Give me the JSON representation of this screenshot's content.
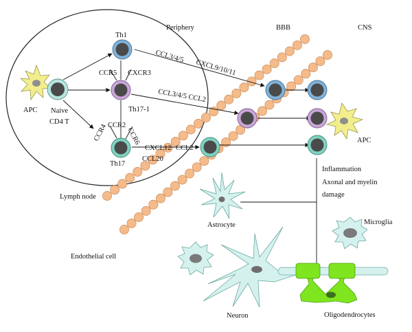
{
  "labels": {
    "periphery": "Periphery",
    "bbb": "BBB",
    "cns": "CNS",
    "lymph_node": "Lymph node",
    "endothelial_cell": "Endothelial cell",
    "apc_left": "APC",
    "apc_right": "APC",
    "naive": "Naive",
    "cd4t": "CD4 T",
    "th1": "Th1",
    "th17_1": "Th17-1",
    "th17": "Th17",
    "ccr5": "CCR5",
    "cxcr3": "CXCR3",
    "ccr2": "CCR2",
    "ccr4": "CCR4",
    "ccr6": "CCR6",
    "ccl345_a": "CCL3/4/5",
    "cxcl91011": "CXCL9/10/11",
    "ccl345_b": "CCL3/4/5 CCL2",
    "cxcl12": "CXCL12",
    "ccl2": "CCL2",
    "ccl20": "CCL20",
    "inflammation": "Inflammation",
    "axonal": "Axonal and myelin",
    "damage": "damage",
    "astrocyte": "Astrocyte",
    "microglia": "Microglia",
    "neuron": "Neuron",
    "oligodendrocytes": "Oligodendrocytes"
  },
  "colors": {
    "th1_ring": "#7fb2d8",
    "th17_1_ring": "#c9a6d8",
    "th17_ring": "#7fd2bf",
    "naive_ring": "#b5e6dd",
    "nucleus": "#4a4a4a",
    "apc": "#f2ee8c",
    "endothelium": "#f5bb8a",
    "glia": "#d5f1ee",
    "oligo": "#7ee51f"
  }
}
